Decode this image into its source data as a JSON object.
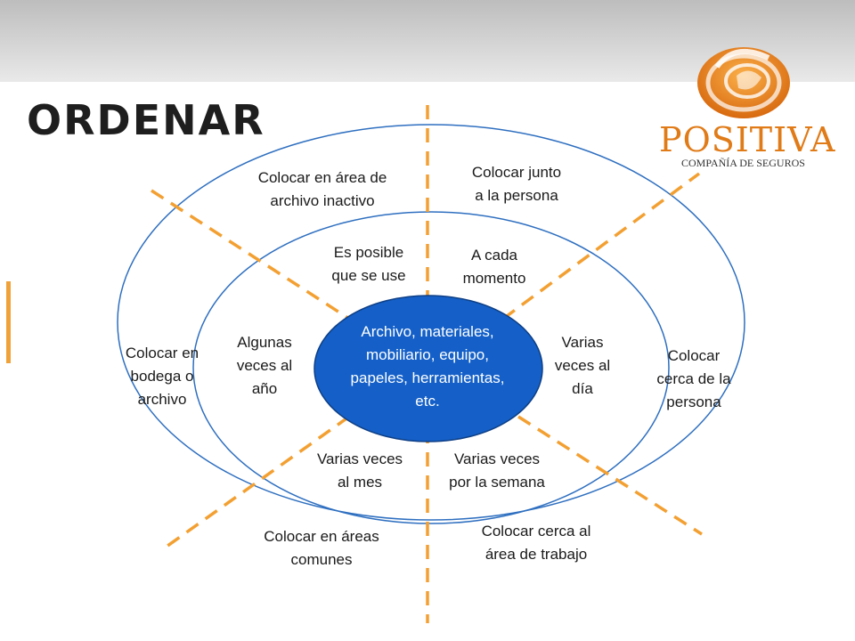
{
  "title": "ORDENAR",
  "logo": {
    "name": "POSITIVA",
    "tagline": "COMPAÑÍA DE SEGUROS",
    "icon": "positiva-swirl-icon"
  },
  "colors": {
    "background_band": "#d5d5d5",
    "ring_stroke": "#2e6fc0",
    "center_fill": "#1460c8",
    "dash": "#f3a032",
    "left_bar": "#f0a23a",
    "brand": "#e07b18"
  },
  "center": {
    "text": "Archivo, materiales,\nmobiliario, equipo,\npapeles, herramientas,\netc."
  },
  "inner_ring": [
    {
      "id": "top-left",
      "text": "Es posible\nque se use"
    },
    {
      "id": "top-right",
      "text": "A cada\nmomento"
    },
    {
      "id": "left",
      "text": "Algunas\nveces al\naño"
    },
    {
      "id": "right",
      "text": "Varias\nveces al\ndía"
    },
    {
      "id": "bottom-left",
      "text": "Varias veces\nal mes"
    },
    {
      "id": "bottom-right",
      "text": "Varias veces\npor la semana"
    }
  ],
  "outer_ring": [
    {
      "id": "top-left",
      "text": "Colocar en área de\narchivo inactivo"
    },
    {
      "id": "top-right",
      "text": "Colocar junto\na la persona"
    },
    {
      "id": "left",
      "text": "Colocar en\nbodega o\narchivo"
    },
    {
      "id": "right",
      "text": "Colocar\ncerca de la\npersona"
    },
    {
      "id": "bottom-left",
      "text": "Colocar en áreas\ncomunes"
    },
    {
      "id": "bottom-right",
      "text": "Colocar cerca al\nárea de trabajo"
    }
  ]
}
